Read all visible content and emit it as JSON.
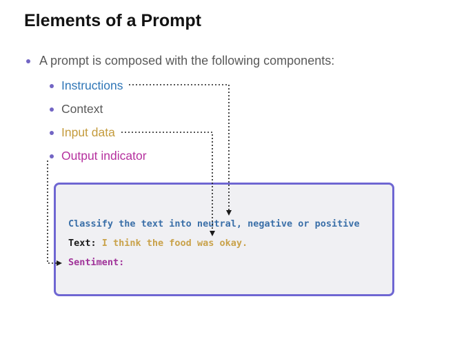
{
  "slide": {
    "title": "Elements of a Prompt",
    "intro_bullet": "A prompt is composed with the following components:",
    "components": [
      {
        "label": "Instructions",
        "color": "#2e75b6"
      },
      {
        "label": "Context",
        "color": "#595959"
      },
      {
        "label": "Input data",
        "color": "#c49b3c"
      },
      {
        "label": "Output indicator",
        "color": "#b5309e"
      }
    ],
    "bullet_dot_color": "#7265c4"
  },
  "example_box": {
    "instruction_line": "Classify the text into neutral, negative or positive",
    "input_label": "Text:",
    "input_value": " I think the food was okay.",
    "output_line": "Sentiment:",
    "colors": {
      "instruction_text": "#3a6fa8",
      "input_label_text": "#1a1a1a",
      "input_value_text": "#c9a24a",
      "output_text": "#a03399",
      "border": "#6e66d2",
      "background": "#f0f0f3"
    }
  }
}
